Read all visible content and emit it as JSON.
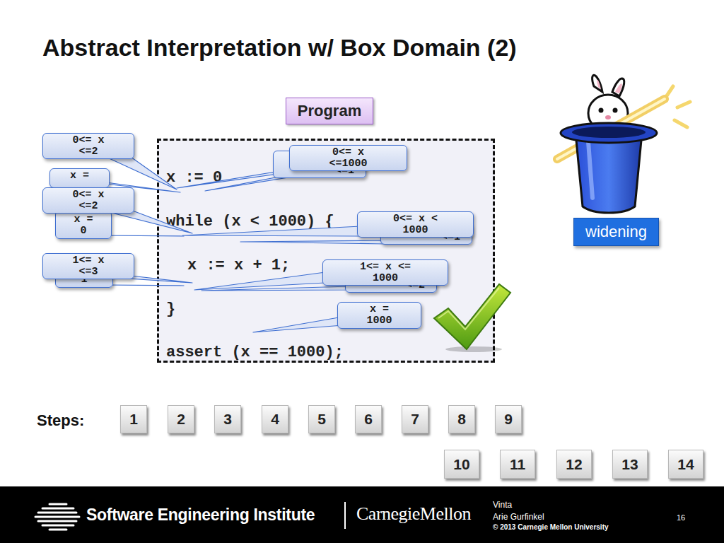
{
  "diagram": {
    "title": "Abstract Interpretation w/ Box Domain (2)",
    "nodes": [
      {
        "text": [
          "Program"
        ]
      },
      {
        "text": [
          "x := 0",
          "while (x < 1000) {",
          "x := x + 1;",
          "}",
          "assert (x == 1000);"
        ]
      },
      {
        "text": [
          "0<= x <=2"
        ]
      },
      {
        "text": [
          "x ="
        ]
      },
      {
        "text": [
          "0<= x <=2"
        ]
      },
      {
        "text": [
          "x = 0"
        ]
      },
      {
        "text": [
          "1"
        ]
      },
      {
        "text": [
          "1<= x <=3"
        ]
      },
      {
        "text": [
          "<=1"
        ]
      },
      {
        "text": [
          "0<= x <=1000"
        ]
      },
      {
        "text": [
          "<=1"
        ]
      },
      {
        "text": [
          "0<= x < 1000"
        ]
      },
      {
        "text": [
          "<=2"
        ]
      },
      {
        "text": [
          "1<= x <= 1000"
        ]
      },
      {
        "text": [
          "x = 1000"
        ]
      },
      {
        "text": [
          "widening"
        ]
      },
      {
        "text": [
          "1"
        ]
      },
      {
        "text": [
          "2"
        ]
      },
      {
        "text": [
          "3"
        ]
      },
      {
        "text": [
          "4"
        ]
      },
      {
        "text": [
          "5"
        ]
      },
      {
        "text": [
          "6"
        ]
      },
      {
        "text": [
          "7"
        ]
      },
      {
        "text": [
          "8"
        ]
      },
      {
        "text": [
          "9"
        ]
      },
      {
        "text": [
          "10"
        ]
      },
      {
        "text": [
          "11"
        ]
      },
      {
        "text": [
          "12"
        ]
      },
      {
        "text": [
          "13"
        ]
      },
      {
        "text": [
          "14"
        ]
      }
    ],
    "labels": [
      "Steps:",
      "Software Engineering Institute",
      "CarnegieMellon",
      "Vinta",
      "Arie Gurfinkel",
      "© 2013 Carnegie Mellon University",
      "16"
    ]
  }
}
